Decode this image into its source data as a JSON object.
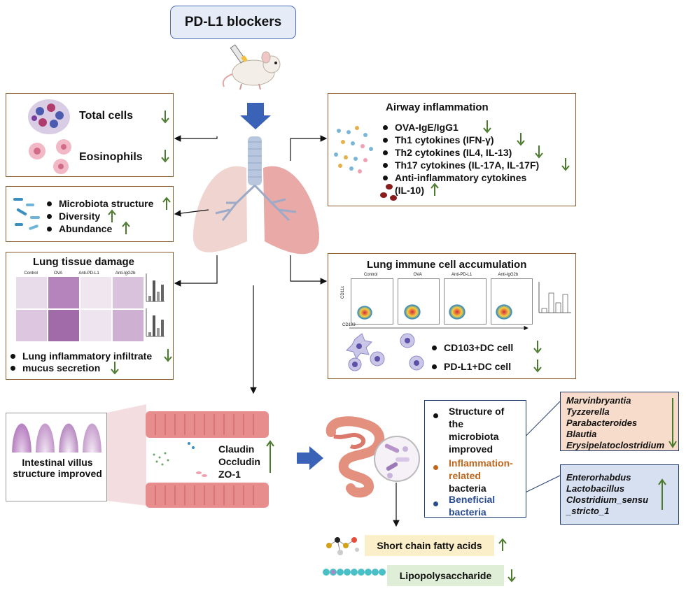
{
  "top": {
    "title": "PD-L1 blockers"
  },
  "cells_box": {
    "total_cells": "Total cells",
    "eosinophils": "Eosinophils"
  },
  "microbiota_box": {
    "items": [
      "Microbiota structure",
      "Diversity",
      "Abundance"
    ]
  },
  "lung_damage": {
    "title": "Lung tissue damage",
    "panel_labels": [
      "Control",
      "OVA",
      "Anti-PD-L1",
      "Anti-IgG2b"
    ],
    "bullets": [
      "Lung inflammatory infiltrate",
      "mucus secretion"
    ]
  },
  "airway": {
    "title": "Airway inflammation",
    "items": [
      "OVA-IgE/IgG1",
      "Th1 cytokines (IFN-γ)",
      "Th2 cytokines (IL4, IL-13)",
      "Th17 cytokines (IL-17A, IL-17F)",
      "Anti-inflammatory cytokines",
      "(IL-10)"
    ]
  },
  "immune": {
    "title": "Lung immune cell accumulation",
    "flow_labels": [
      "Control",
      "OVA",
      "Anti-PD-L1",
      "Anti-IgG2b"
    ],
    "y_axis": "CD11c",
    "x_axis": "CD103",
    "items": [
      "CD103+DC cell",
      "PD-L1+DC cell"
    ]
  },
  "intestine": {
    "villus_text": "Intestinal villus structure improved",
    "tight_junctions": [
      "Claudin",
      "Occludin",
      "ZO-1"
    ]
  },
  "microbiota_detail": {
    "line1": "Structure of",
    "line2": "the",
    "line3": "microbiota",
    "line4": "improved",
    "inflam_1": "Inflammation-",
    "inflam_2": "related",
    "inflam_3": "bacteria",
    "benef_1": "Beneficial",
    "benef_2": "bacteria"
  },
  "inflam_bacteria": [
    "Marvinbryantia",
    "Tyzzerella",
    "Parabacteroides",
    "Blautia",
    "Erysipelatoclostridium"
  ],
  "beneficial_bacteria": [
    "Enterorhabdus",
    "Lactobacillus",
    "Clostridium_sensu",
    "_stricto_1"
  ],
  "metabolites": {
    "scfa": "Short chain fatty acids",
    "lps": "Lipopolysaccharide"
  },
  "colors": {
    "box_border": "#8a5a2b",
    "arrow_green": "#4a7a2c",
    "blue_arrow": "#3a63b8",
    "title_bg": "#e6ecf7",
    "inflam_bg": "#f8dccb",
    "benef_bg": "#d6e0f0",
    "scfa_bg": "#fbefc9",
    "lps_bg": "#dfeed6",
    "inflam_text": "#c0651b",
    "benef_text": "#2a4d8f"
  }
}
